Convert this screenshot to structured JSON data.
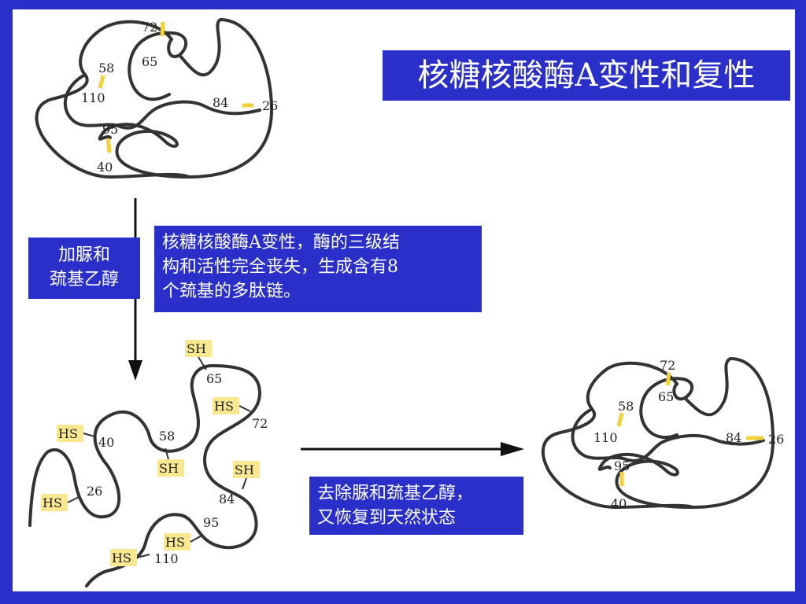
{
  "title": "核糖核酸酶A变性和复性",
  "reagent_label": {
    "line1": "加脲和",
    "line2": "巯基乙醇"
  },
  "denature_note": {
    "line1": "核糖核酸酶A变性，酶的三级结",
    "line2": "构和活性完全丧失，生成含有8",
    "line3": "个巯基的多肽链。"
  },
  "renature_note": {
    "line1": "去除脲和巯基乙醇，",
    "line2": "又恢复到天然状态"
  },
  "native_residues": [
    "72",
    "65",
    "58",
    "110",
    "84",
    "26",
    "95",
    "40"
  ],
  "denatured_labels": {
    "residues": [
      "65",
      "72",
      "40",
      "58",
      "26",
      "84",
      "95",
      "110"
    ],
    "groups": [
      "SH",
      "HS",
      "HS",
      "SH",
      "SH",
      "HS",
      "HS",
      "HS"
    ]
  },
  "colors": {
    "background": "#2b2fc9",
    "panel": "#ffffff",
    "bridge": "#f2d13a",
    "sh_highlight": "#f9e88f"
  }
}
